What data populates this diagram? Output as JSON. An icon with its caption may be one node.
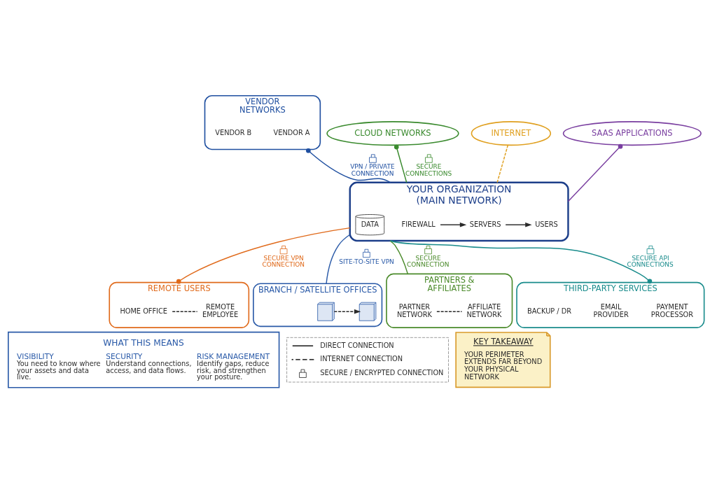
{
  "diagram": {
    "nodes": [
      {
        "text": [
          "CLOUD NETWORKS"
        ]
      },
      {
        "text": [
          "INTERNET"
        ]
      },
      {
        "text": [
          "SAAS APPLICATIONS"
        ]
      },
      {
        "text": [
          "VENDOR NETWORKS"
        ]
      },
      {
        "text": [
          "VENDOR A"
        ],
        "in": 3
      },
      {
        "text": [
          "VENDOR B"
        ],
        "in": 3
      },
      {
        "text": [
          "YOUR ORGANIZATION",
          "(MAIN NETWORK)"
        ]
      },
      {
        "text": [
          "FIREWALL"
        ],
        "in": 6
      },
      {
        "text": [
          "SERVERS"
        ],
        "in": 6
      },
      {
        "text": [
          "USERS"
        ],
        "in": 6
      },
      {
        "text": [
          "DATA"
        ],
        "in": 6
      },
      {
        "text": [
          "THIRD-PARTY SERVICES"
        ]
      },
      {
        "text": [
          "PAYMENT PROCESSOR"
        ],
        "in": 11
      },
      {
        "text": [
          "EMAIL PROVIDER"
        ],
        "in": 11
      },
      {
        "text": [
          "BACKUP / DR"
        ],
        "in": 11
      },
      {
        "text": [
          "REMOTE USERS"
        ]
      },
      {
        "text": [
          "HOME OFFICE"
        ],
        "in": 15
      },
      {
        "text": [
          "REMOTE EMPLOYEE"
        ],
        "in": 15
      },
      {
        "text": [
          "BRANCH / SATELLITE OFFICES"
        ]
      },
      {
        "text": [],
        "shape": "picture",
        "in": 18
      },
      {
        "text": [],
        "shape": "picture",
        "in": 18
      },
      {
        "text": [
          "PARTNERS & AFFILIATES"
        ]
      },
      {
        "text": [
          "PARTNER NETWORK"
        ],
        "in": 21
      },
      {
        "text": [
          "AFFILIATE NETWORK"
        ],
        "in": 21
      },
      {
        "text": [
          "KEY TAKEAWAY",
          "YOUR PERIMETER EXTENDS FAR BEYOND YOUR PHYSICAL NETWORK"
        ]
      },
      {
        "text": [
          "WHAT THIS MEANS",
          "VISIBILITY",
          "You need to know where your assets and data live.",
          "SECURITY",
          "Understand connections, access, and data flows.",
          "RISK MANAGEMENT",
          "Identify gaps, reduce risk, and strengthen your posture."
        ]
      }
    ],
    "edges": [
      {
        "from": 0,
        "to": 6,
        "arrow": "other",
        "label": "SECURE CONNECTIONS",
        "color": "#3a8a2e"
      },
      {
        "from": 1,
        "to": 6,
        "arrow": "none",
        "style": "dashed",
        "color": "#e0a020"
      },
      {
        "from": 2,
        "to": 6,
        "arrow": "other",
        "color": "#7a3fa0"
      },
      {
        "from": 3,
        "to": 6,
        "arrow": "other",
        "label": "VPN / PRIVATE CONNECTION",
        "color": "#1f4fa0"
      },
      {
        "from": 6,
        "to": 11,
        "arrow": "other",
        "label": "SECURE API CONNECTIONS",
        "color": "#1a8c8c"
      },
      {
        "from": 6,
        "to": 15,
        "arrow": "other",
        "label": "SECURE VPN CONNECTION",
        "color": "#e06a1b"
      },
      {
        "from": 6,
        "to": 18,
        "arrow": "none",
        "label": "SITE-TO-SITE VPN",
        "color": "#2a5aa8"
      },
      {
        "from": 6,
        "to": 21,
        "arrow": "none",
        "label": "SECURE CONNECTION",
        "color": "#4a8a2a"
      },
      {
        "from": 7,
        "to": 8,
        "arrow": "to"
      },
      {
        "from": 8,
        "to": 9,
        "arrow": "to"
      },
      {
        "from": 16,
        "to": 17,
        "arrow": "none",
        "style": "dashed"
      },
      {
        "from": 19,
        "to": 20,
        "arrow": "to",
        "style": "dashed"
      },
      {
        "from": 22,
        "to": 23,
        "arrow": "none",
        "style": "dashed"
      }
    ],
    "legend": [
      {
        "text": "DIRECT CONNECTION"
      },
      {
        "text": "INTERNET CONNECTION"
      },
      {
        "text": "SECURE / ENCRYPTED CONNECTION"
      }
    ]
  }
}
